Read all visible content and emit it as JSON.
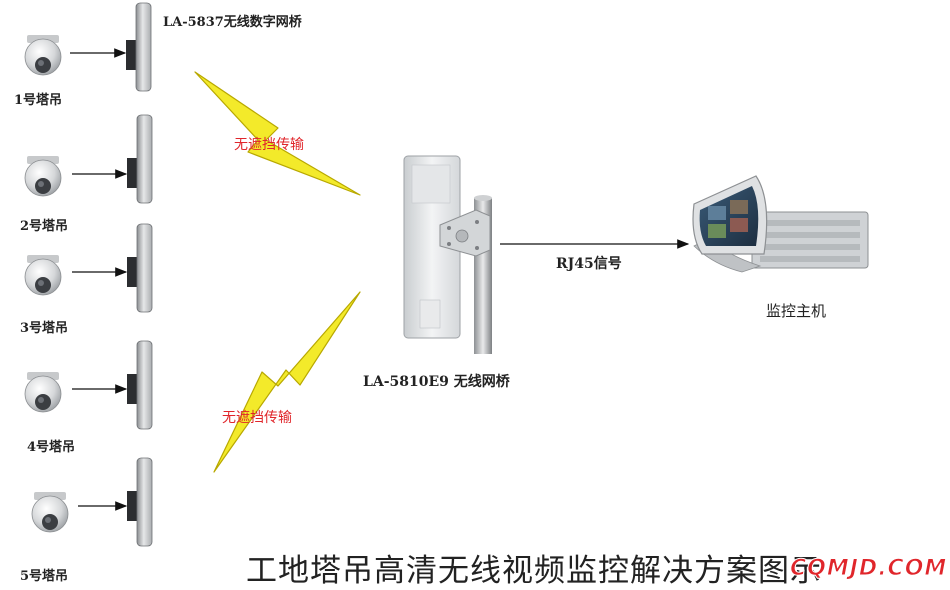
{
  "cranes": [
    {
      "label": "1号塔吊"
    },
    {
      "label": "2号塔吊"
    },
    {
      "label": "3号塔吊"
    },
    {
      "label": "4号塔吊"
    },
    {
      "label": "5号塔吊"
    }
  ],
  "bridge_top_label": "LA-5837无线数字网桥",
  "center_bridge_label": "LA-5810E9 无线网桥",
  "link_label_top": "无遮挡传输",
  "link_label_bottom": "无遮挡传输",
  "signal_label": "RJ45信号",
  "host_label": "监控主机",
  "title": "工地塔吊高清无线视频监控解决方案图示",
  "watermark": "CQMJD.COM",
  "colors": {
    "lightning_fill": "#f3ea2a",
    "lightning_stroke": "#b8a800",
    "accent_red": "#e0262b"
  }
}
